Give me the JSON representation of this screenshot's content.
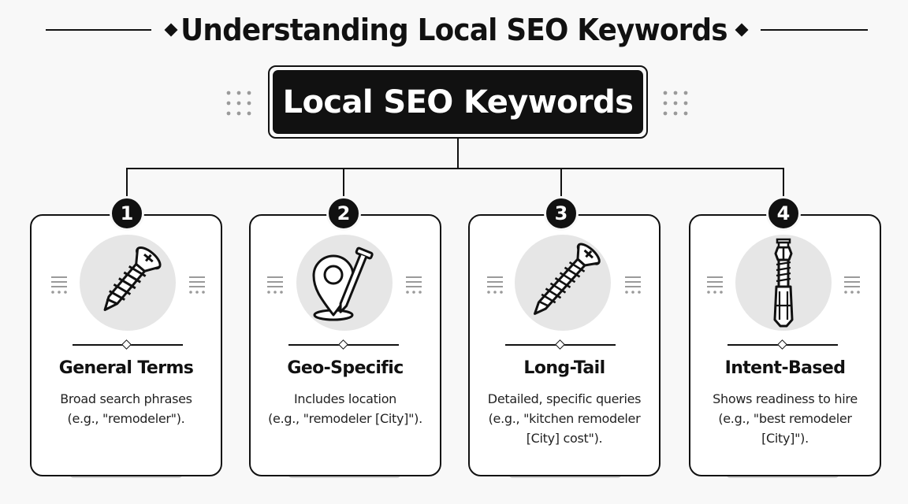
{
  "header": {
    "title": "Understanding Local SEO Keywords"
  },
  "root": {
    "title": "Local SEO Keywords"
  },
  "cards": [
    {
      "number": "1",
      "icon": "screw-icon",
      "title": "General Terms",
      "desc_line1": "Broad search phrases",
      "desc_line2": "(e.g., \"remodeler\").",
      "desc_line3": ""
    },
    {
      "number": "2",
      "icon": "map-pin-nail-icon",
      "title": "Geo-Specific",
      "desc_line1": "Includes location",
      "desc_line2": "(e.g., \"remodeler [City]\").",
      "desc_line3": ""
    },
    {
      "number": "3",
      "icon": "long-screw-icon",
      "title": "Long-Tail",
      "desc_line1": "Detailed, specific queries",
      "desc_line2": "(e.g., \"kitchen remodeler",
      "desc_line3": "[City] cost\")."
    },
    {
      "number": "4",
      "icon": "anchor-bolt-icon",
      "title": "Intent-Based",
      "desc_line1": "Shows readiness to hire",
      "desc_line2": "(e.g., \"best remodeler",
      "desc_line3": "[City]\")."
    }
  ],
  "colors": {
    "ink": "#111111",
    "background": "#f8f8f8",
    "card": "#ffffff",
    "icon_circle": "#e6e6e6",
    "shadow": "#cfcfcf"
  }
}
